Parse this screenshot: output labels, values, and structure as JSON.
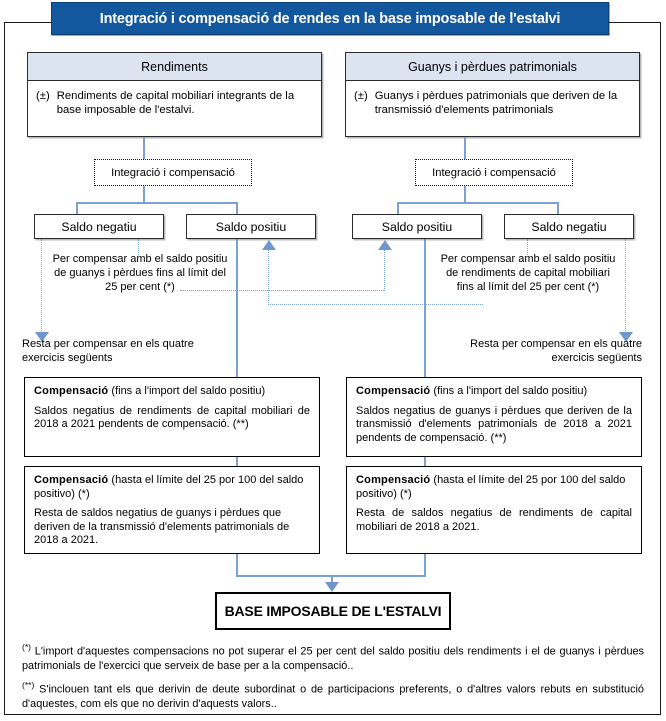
{
  "title": "Integració i compensació de rendes en la base imposable de l'estalvi",
  "columns": [
    {
      "header": "Rendiments",
      "sign": "(±)",
      "body": "Rendiments de capital mobiliari integrants de la base imposable de l'estalvi.",
      "integration_label": "Integració i compensació",
      "saldo_left": "Saldo negatiu",
      "saldo_right": "Saldo positiu",
      "compensate_note": "Per compensar amb el saldo positiu de guanys i pèrdues fins al límit del 25 per cent (*)",
      "carryover_note": "Resta per compensar en els quatre exercicis següents"
    },
    {
      "header": "Guanys i pèrdues patrimonials",
      "sign": "(±)",
      "body": "Guanys i pèrdues patrimonials que deriven de la transmissió d'elements patrimonials",
      "integration_label": "Integració i compensació",
      "saldo_left": "Saldo positiu",
      "saldo_right": "Saldo negatiu",
      "compensate_note": "Per compensar amb el saldo positiu de rendiments de capital mobiliari fins al límit del 25 per cent (*)",
      "carryover_note": "Resta per compensar en els quatre exercicis següents"
    }
  ],
  "compensations": [
    {
      "heading_bold": "Compensació",
      "heading_rest": " (fins a l'import del saldo positiu)",
      "text": "Saldos negatius de rendiments de capital mobiliari de 2018 a 2021 pendents de compensació. (**)"
    },
    {
      "heading_bold": "Compensació",
      "heading_rest": " (fins a l'import del saldo positiu)",
      "text": "Saldos negatius de guanys i pèrdues que deriven de la transmissió d'elements patrimonials de 2018 a 2021 pendents de compensació. (**)"
    },
    {
      "heading_bold": "Compensació",
      "heading_rest": " (hasta el límite del 25 por 100 del saldo positivo) (*)",
      "text": "Resta de saldos negatius de guanys i pèrdues que deriven de la transmissió d'elements patrimonials de 2018 a 2021."
    },
    {
      "heading_bold": "Compensació",
      "heading_rest": " (hasta el límite del 25 por 100 del saldo positivo) (*)",
      "text": "Resta de saldos negatius de rendiments de capital mobiliari de 2018 a 2021."
    }
  ],
  "result_box": "BASE IMPOSABLE DE L'ESTALVI",
  "notes": [
    {
      "marker": "(*)",
      "text": " L'import d'aquestes compensacions no pot superar el 25 per cent del saldo positiu dels rendiments i el de guanys i pèrdues patrimonials de l'exercici que serveix de base per a la compensació.."
    },
    {
      "marker": "(**)",
      "text": " S'inclouen tant els que derivin de deute subordinat o de participacions preferents, o d'altres valors rebuts en substitució d'aquestes, com els que no derivin d'aquests valors.."
    }
  ],
  "colors": {
    "title_bg": "#13579f",
    "header_bg": "#dce3f1",
    "connector": "#7ba0d4",
    "arrow": "#6f97cd",
    "border": "#2b2b2b"
  }
}
